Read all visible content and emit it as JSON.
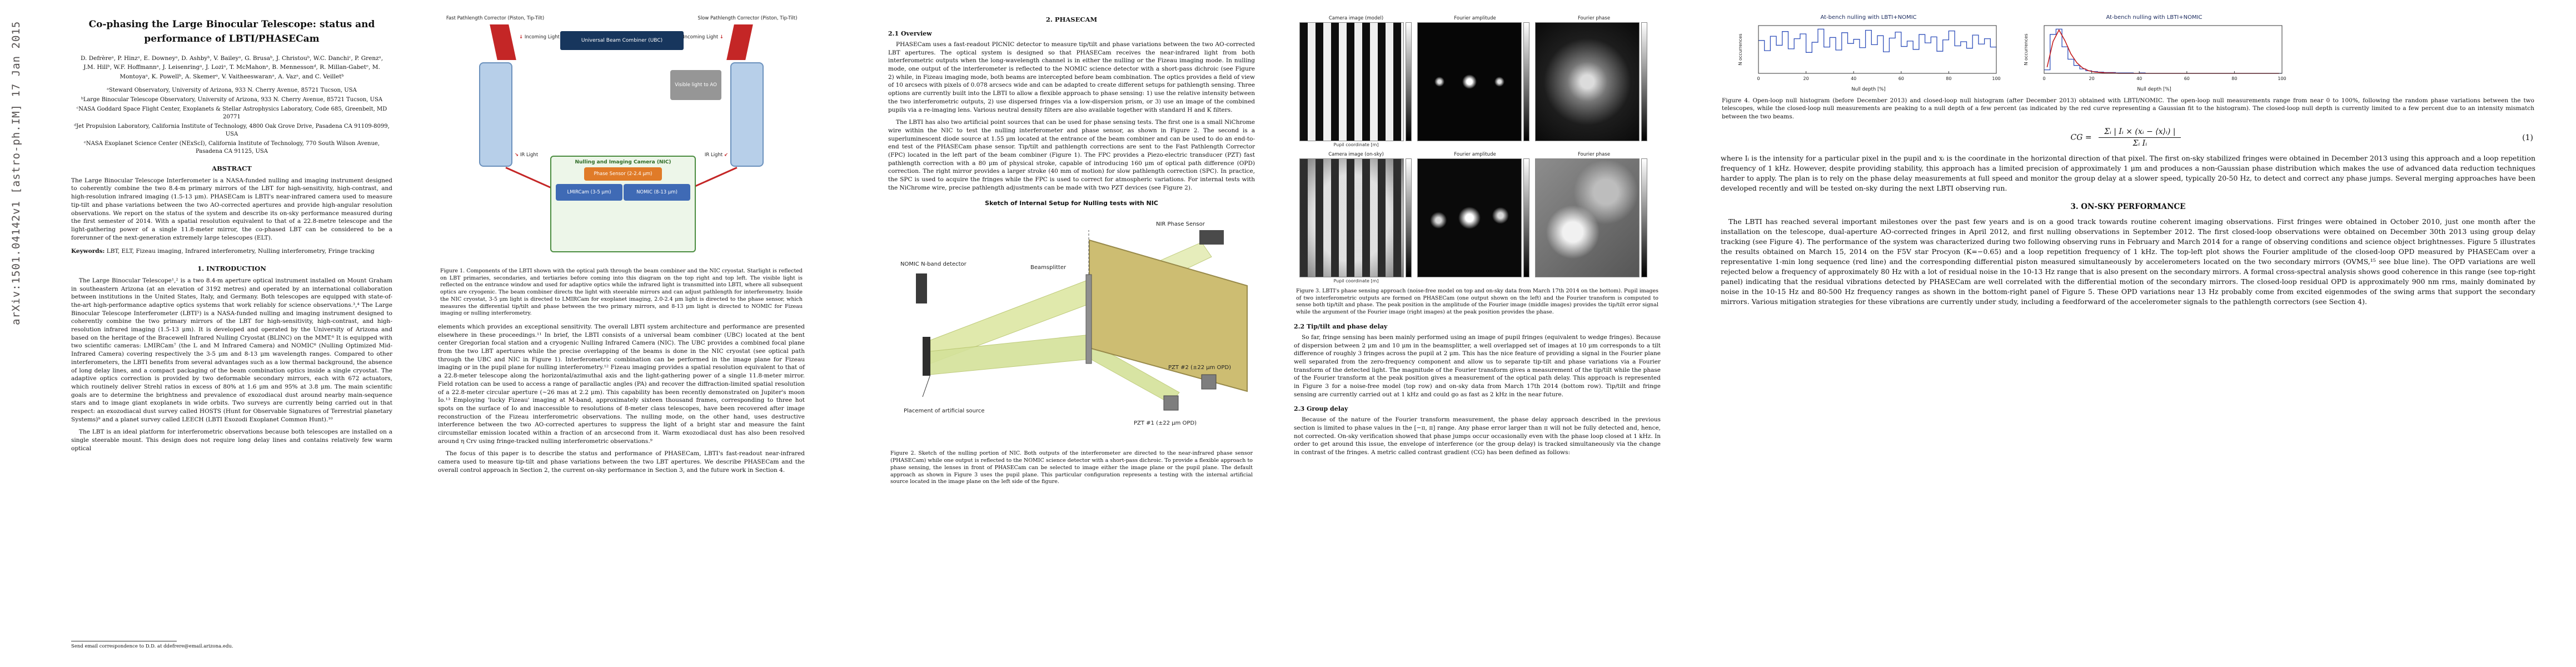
{
  "stamp": {
    "text": "arXiv:1501.04142v1  [astro-ph.IM]  17 Jan 2015"
  },
  "header": {
    "title": "Co-phasing the Large Binocular Telescope: status and\nperformance of LBTI/PHASECam",
    "authors": "D. Defrèreᵃ, P. Hinzᵃ, E. Downeyᵃ, D. Ashbyᵇ, V. Baileyᵃ, G. Brusaᵇ, J. Christouᵇ, W.C. Danchiᶜ, P. Grenzᵃ, J.M. Hillᵇ, W.F. Hoffmannᵃ, J. Leisenringᵃ, J. Loziᵃ, T. McMahonᵃ, B. Mennessonᵈ, R. Millan-Gabetᵉ, M. Montoyaᵃ, K. Powellᵇ, A. Skemerᵃ, V. Vaitheeswaranᵃ, A. Vazᵃ, and C. Veilletᵇ",
    "affiliations": [
      "ᵃSteward Observatory, University of Arizona, 933 N. Cherry Avenue, 85721 Tucson, USA",
      "ᵇLarge Binocular Telescope Observatory, University of Arizona, 933 N. Cherry Avenue, 85721 Tucson, USA",
      "ᶜNASA Goddard Space Flight Center, Exoplanets & Stellar Astrophysics Laboratory, Code 685, Greenbelt, MD 20771",
      "ᵈJet Propulsion Laboratory, California Institute of Technology, 4800 Oak Grove Drive, Pasadena CA 91109-8099, USA",
      "ᵉNASA Exoplanet Science Center (NExScI), California Institute of Technology, 770 South Wilson Avenue, Pasadena CA 91125, USA"
    ],
    "correspondence": "Send email correspondence to D.D. at ddefrere@email.arizona.edu."
  },
  "abstract": {
    "heading": "ABSTRACT",
    "text": "The Large Binocular Telescope Interferometer is a NASA-funded nulling and imaging instrument designed to coherently combine the two 8.4-m primary mirrors of the LBT for high-sensitivity, high-contrast, and high-resolution infrared imaging (1.5-13 μm). PHASECam is LBTI's near-infrared camera used to measure tip-tilt and phase variations between the two AO-corrected apertures and provide high-angular resolution observations. We report on the status of the system and describe its on-sky performance measured during the first semester of 2014. With a spatial resolution equivalent to that of a 22.8-metre telescope and the light-gathering power of a single 11.8-meter mirror, the co-phased LBT can be considered to be a forerunner of the next-generation extremely large telescopes (ELT).",
    "keywords_label": "Keywords:",
    "keywords": "LBT, ELT, Fizeau imaging, Infrared interferometry, Nulling interferometry, Fringe tracking"
  },
  "sections": {
    "intro": {
      "heading": "1. INTRODUCTION",
      "p1": "The Large Binocular Telescope¹,² is a two 8.4-m aperture optical instrument installed on Mount Graham in southeastern Arizona (at an elevation of 3192 metres) and operated by an international collaboration between institutions in the United States, Italy, and Germany. Both telescopes are equipped with state-of-the-art high-performance adaptive optics systems that work reliably for science observations.³,⁴ The Large Binocular Telescope Interferometer (LBTI⁵) is a NASA-funded nulling and imaging instrument designed to coherently combine the two primary mirrors of the LBT for high-sensitivity, high-contrast, and high-resolution infrared imaging (1.5-13 μm). It is developed and operated by the University of Arizona and based on the heritage of the Bracewell Infrared Nulling Cryostat (BLINC) on the MMT.⁶ It is equipped with two scientific cameras: LMIRCam⁷ (the L and M Infrared Camera) and NOMIC⁸ (Nulling Optimized Mid-Infrared Camera) covering respectively the 3-5 μm and 8-13 μm wavelength ranges. Compared to other interferometers, the LBTI benefits from several advantages such as a low thermal background, the absence of long delay lines, and a compact packaging of the beam combination optics inside a single cryostat. The adaptive optics correction is provided by two deformable secondary mirrors, each with 672 actuators, which routinely deliver Strehl ratios in excess of 80% at 1.6 μm and 95% at 3.8 μm. The main scientific goals are to determine the brightness and prevalence of exozodiacal dust around nearby main-sequence stars and to image giant exoplanets in wide orbits. Two surveys are currently being carried out in that respect: an exozodiacal dust survey called HOSTS (Hunt for Observable Signatures of Terrestrial planetary Systems)⁹ and a planet survey called LEECH (LBTI Exozodi Exoplanet Common Hunt).¹⁰",
      "p2": "The LBT is an ideal platform for interferometric observations because both telescopes are installed on a single steerable mount. This design does not require long delay lines and contains relatively few warm optical",
      "p3": "elements which provides an exceptional sensitivity. The overall LBTI system architecture and performance are presented elsewhere in these proceedings.¹¹ In brief, the LBTI consists of a universal beam combiner (UBC) located at the bent center Gregorian focal station and a cryogenic Nulling Infrared Camera (NIC). The UBC provides a combined focal plane from the two LBT apertures while the precise overlapping of the beams is done in the NIC cryostat (see optical path through the UBC and NIC in Figure 1). Interferometric combination can be performed in the image plane for Fizeau imaging or in the pupil plane for nulling interferometry.¹² Fizeau imaging provides a spatial resolution equivalent to that of a 22.8-meter telescope along the horizontal/azimuthal axis and the light-gathering power of a single 11.8-meter mirror. Field rotation can be used to access a range of parallactic angles (PA) and recover the diffraction-limited spatial resolution of a 22.8-meter circular aperture (~26 mas at 2.2 μm). This capability has been recently demonstrated on Jupiter's moon Io.¹³ Employing 'lucky Fizeau' imaging at M-band, approximately sixteen thousand frames, corresponding to three hot spots on the surface of Io and inaccessible to resolutions of 8-meter class telescopes, have been recovered after image reconstruction of the Fizeau interferometric observations. The nulling mode, on the other hand, uses destructive interference between the two AO-corrected apertures to suppress the light of a bright star and measure the faint circumstellar emission located within a fraction of an arcsecond from it. Warm exozodiacal dust has also been resolved around η Crv using fringe-tracked nulling interferometric observations.⁹",
      "p4": "The focus of this paper is to describe the status and performance of PHASECam, LBTI's fast-readout near-infrared camera used to measure tip-tilt and phase variations between the two LBT apertures. We describe PHASECam and the overall control approach in Section 2, the current on-sky performance in Section 3, and the future work in Section 4."
    },
    "phasecam": {
      "heading": "2. PHASECAM",
      "overview_heading": "2.1 Overview",
      "p1": "PHASECam uses a fast-readout PICNIC detector to measure tip/tilt and phase variations between the two AO-corrected LBT apertures. The optical system is designed so that PHASECam receives the near-infrared light from both interferometric outputs when the long-wavelength channel is in either the nulling or the Fizeau imaging mode. In nulling mode, one output of the interferometer is reflected to the NOMIC science detector with a short-pass dichroic (see Figure 2) while, in Fizeau imaging mode, both beams are intercepted before beam combination. The optics provides a field of view of 10 arcsecs with pixels of 0.078 arcsecs wide and can be adapted to create different setups for pathlength sensing. Three options are currently built into the LBTI to allow a flexible approach to phase sensing: 1) use the relative intensity between the two interferometric outputs, 2) use dispersed fringes via a low-dispersion prism, or 3) use an image of the combined pupils via a re-imaging lens. Various neutral density filters are also available together with standard H and K filters.",
      "p2": "The LBTI has also two artificial point sources that can be used for phase sensing tests. The first one is a small NiChrome wire within the NIC to test the nulling interferometer and phase sensor, as shown in Figure 2. The second is a superluminescent diode source at 1.55 μm located at the entrance of the beam combiner and can be used to do an end-to-end test of the PHASECam phase sensor. Tip/tilt and pathlength corrections are sent to the Fast Pathlength Corrector (FPC) located in the left part of the beam combiner (Figure 1). The FPC provides a Piezo-electric transducer (PZT) fast pathlength correction with a 80 μm of physical stroke, capable of introducing 160 μm of optical path difference (OPD) correction. The right mirror provides a larger stroke (40 mm of motion) for slow pathlength correction (SPC). In practice, the SPC is used to acquire the fringes while the FPC is used to correct for atmospheric variations. For internal tests with the NiChrome wire, precise pathlength adjustments can be made with two PZT devices (see Figure 2).",
      "tiptilt_heading": "2.2 Tip/tilt and phase delay",
      "tiptilt_p": "So far, fringe sensing has been mainly performed using an image of pupil fringes (equivalent to wedge fringes). Because of dispersion between 2 μm and 10 μm in the beamsplitter, a well overlapped set of images at 10 μm corresponds to a tilt difference of roughly 3 fringes across the pupil at 2 μm. This has the nice feature of providing a signal in the Fourier plane well separated from the zero-frequency component and allow us to separate tip-tilt and phase variations via a Fourier transform of the detected light. The magnitude of the Fourier transform gives a measurement of the tip/tilt while the phase of the Fourier transform at the peak position gives a measurement of the optical path delay. This approach is represented in Figure 3 for a noise-free model (top row) and on-sky data from March 17th 2014 (bottom row). Tip/tilt and fringe sensing are currently carried out at 1 kHz and could go as fast as 2 kHz in the near future.",
      "group_heading": "2.3 Group delay",
      "group_p": "Because of the nature of the Fourier transform measurement, the phase delay approach described in the previous section is limited to phase values in the [−π, π] range. Any phase error larger than π will not be fully detected and, hence, not corrected. On-sky verification showed that phase jumps occur occasionally even with the phase loop closed at 1 kHz. In order to get around this issue, the envelope of interference (or the group delay) is tracked simultaneously via the change in contrast of the fringes. A metric called contrast gradient (CG) has been defined as follows:"
    },
    "onsky": {
      "heading": "3. ON-SKY PERFORMANCE",
      "where_p": "where Iᵢ is the intensity for a particular pixel in the pupil and xᵢ is the coordinate in the horizontal direction of that pixel. The first on-sky stabilized fringes were obtained in December 2013 using this approach and a loop repetition frequency of 1 kHz. However, despite providing stability, this approach has a limited precision of approximately 1 μm and produces a non-Gaussian phase distribution which makes the use of advanced data reduction techniques harder to apply. The plan is to rely on the phase delay measurements at full speed and monitor the group delay at a slower speed, typically 20-50 Hz, to detect and correct any phase jumps. Several merging approaches have been developed recently and will be tested on-sky during the next LBTI observing run.",
      "p1": "The LBTI has reached several important milestones over the past few years and is on a good track towards routine coherent imaging observations. First fringes were obtained in October 2010, just one month after the installation on the telescope, dual-aperture AO-corrected fringes in April 2012, and first nulling observations in September 2012. The first closed-loop observations were obtained on December 30th 2013 using group delay tracking (see Figure 4). The performance of the system was characterized during two following observing runs in February and March 2014 for a range of observing conditions and science object brightnesses. Figure 5 illustrates the results obtained on March 15, 2014 on the F5V star Procyon (K=−0.65) and a loop repetition frequency of 1 kHz. The top-left plot shows the Fourier amplitude of the closed-loop OPD measured by PHASECam over a representative 1-min long sequence (red line) and the corresponding differential piston measured simultaneously by accelerometers located on the two secondary mirrors (OVMS,¹⁵ see blue line). The OPD variations are well rejected below a frequency of approximately 80 Hz with a lot of residual noise in the 10-13 Hz range that is also present on the secondary mirrors. A formal cross-spectral analysis shows good coherence in this range (see top-right panel) indicating that the residual vibrations detected by PHASECam are well correlated with the differential motion of the secondary mirrors. The closed-loop residual OPD is approximately 900 nm rms, mainly dominated by noise in the 10-15 Hz and 80-500 Hz frequency ranges as shown in the bottom-right panel of Figure 5. These OPD variations near 13 Hz probably come from excited eigenmodes of the swing arms that support the secondary mirrors. Various mitigation strategies for these vibrations are currently under study, including a feedforward of the accelerometer signals to the pathlength correctors (see Section 4)."
    }
  },
  "equation": {
    "lhs": "CG =",
    "numerator": "Σᵢ | Iᵢ × (xᵢ − ⟨x⟩ᵢ) |",
    "denominator": "Σᵢ Iᵢ",
    "number": "(1)"
  },
  "figures": {
    "fig1": {
      "caption": "Figure 1. Components of the LBTI shown with the optical path through the beam combiner and the NIC cryostat. Starlight is reflected on LBT primaries, secondaries, and tertiaries before coming into this diagram on the top right and top left. The visible light is reflected on the entrance window and used for adaptive optics while the infrared light is transmitted into LBTI, where all subsequent optics are cryogenic. The beam combiner directs the light with steerable mirrors and can adjust pathlength for interferometry. Inside the NIC cryostat, 3-5 μm light is directed to LMIRCam for exoplanet imaging, 2.0-2.4 μm light is directed to the phase sensor, which measures the differential tip/tilt and phase between the two primary mirrors, and 8-13 μm light is directed to NOMIC for Fizeau imaging or nulling interferometry.",
      "labels": {
        "fast_corrector": "Fast Pathlength Corrector (Piston, Tip-Tilt)",
        "slow_corrector": "Slow Pathlength Corrector (Piston, Tip-Tilt)",
        "beam_combiner": "Universal Beam Combiner (UBC)",
        "incoming_left": "Incoming Light",
        "incoming_right": "Incoming Light",
        "ao": "Visible light to AO",
        "ir_left": "IR Light",
        "ir_right": "IR Light",
        "nic": "Nulling and Imaging Camera (NIC)",
        "phase_sensor": "Phase Sensor (2-2.4 μm)",
        "lmircam": "LMIRCam (3-5 μm)",
        "nomic": "NOMIC (8-13 μm)"
      }
    },
    "fig2": {
      "title": "Sketch of Internal Setup for Nulling tests with NIC",
      "caption": "Figure 2. Sketch of the nulling portion of NIC. Both outputs of the interferometer are directed to the near-infrared phase sensor (PHASECam) while one output is reflected to the NOMIC science detector with a short-pass dichroic. To provide a flexible approach to phase sensing, the lenses in front of PHASECam can be selected to image either the image plane or the pupil plane. The default approach as shown in Figure 3 uses the pupil plane. This particular configuration represents a testing with the internal artificial source located in the image plane on the left side of the figure.",
      "labels": {
        "phase_sensor": "NIR Phase Sensor",
        "nomic": "NOMIC N-band detector",
        "source": "Placement of artificial source",
        "beamsplitter": "Beamsplitter",
        "pzt1": "PZT #1 (±22 μm OPD)",
        "pzt2": "PZT #2 (±22 μm OPD)"
      }
    },
    "fig3": {
      "row1_label": "Camera image (model)",
      "row2_label": "Camera image (on-sky)",
      "amp_label": "Fourier amplitude",
      "phase_label": "Fourier phase",
      "axis_label": "Pupil coordinate [m]",
      "caption": "Figure 3. LBTI's phase sensing approach (noise-free model on top and on-sky data from March 17th 2014 on the bottom). Pupil images of two interferometric outputs are formed on PHASECam (one output shown on the left) and the Fourier transform is computed to sense both tip/tilt and phase. The peak position in the amplitude of the Fourier image (middle images) provides the tip/tilt error signal while the argument of the Fourier image (right images) at the peak position provides the phase."
    },
    "fig4": {
      "caption": "Figure 4. Open-loop null histogram (before December 2013) and closed-loop null histogram (after December 2013) obtained with LBTI/NOMIC. The open-loop null measurements range from near 0 to 100%, following the random phase variations between the two telescopes, while the closed-loop null measurements are peaking to a null depth of a few percent (as indicated by the red curve representing a Gaussian fit to the histogram). The closed-loop null depth is currently limited to a few percent due to an intensity mismatch between the two beams.",
      "xlabel": "Null depth [%]",
      "ylabel": "N occurrences",
      "xticks": [
        0,
        20,
        40,
        60,
        80,
        100
      ],
      "colors": {
        "hist": "#2f4fba",
        "fit": "#c41e1e",
        "axis": "#333333"
      },
      "plots": [
        {
          "title": "At-bench nulling with LBTI+NOMIC",
          "values": [
            55,
            38,
            62,
            47,
            70,
            41,
            58,
            66,
            35,
            52,
            74,
            44,
            60,
            39,
            68,
            50,
            57,
            43,
            72,
            48,
            63,
            36,
            59,
            69,
            45,
            54,
            40,
            65,
            51,
            61,
            37,
            56,
            71,
            46,
            53,
            42,
            64,
            49,
            58,
            44
          ]
        },
        {
          "title": "At-bench nulling with LBTI+NOMIC",
          "values": [
            8,
            88,
            100,
            60,
            32,
            18,
            10,
            6,
            4,
            3,
            2,
            2,
            1,
            1,
            1,
            0,
            1,
            0,
            0,
            0,
            0,
            0,
            0,
            0,
            0,
            0,
            0,
            0,
            0,
            0,
            0,
            0,
            0,
            0,
            0,
            0,
            0,
            0,
            0,
            0
          ],
          "fit": [
            14,
            72,
            98,
            74,
            44,
            24,
            12,
            6,
            3,
            2,
            1,
            1,
            0,
            0,
            0,
            0,
            0,
            0,
            0,
            0,
            0,
            0,
            0,
            0,
            0,
            0,
            0,
            0,
            0,
            0,
            0,
            0,
            0,
            0,
            0,
            0,
            0,
            0,
            0,
            0
          ]
        }
      ]
    }
  }
}
